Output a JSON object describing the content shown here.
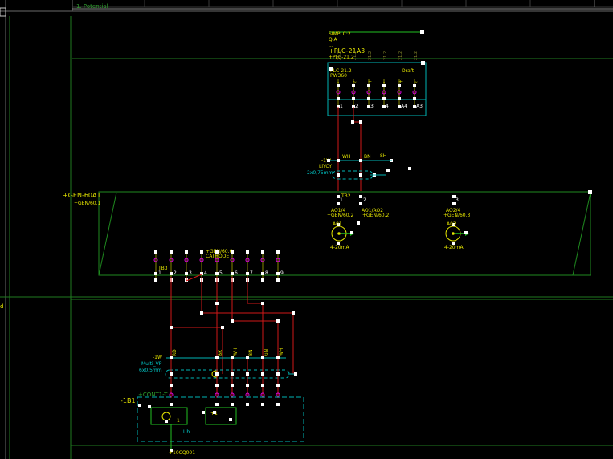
{
  "header": {
    "page_label": "1. Potential",
    "left_marker": "d"
  },
  "plc": {
    "top_line1": "SIMPLC:2",
    "top_line2": "QIA",
    "top_line3": "...",
    "tag": "+PLC-21A3",
    "sub": "+PLC-21.2",
    "module_line1": "PLC-21.2",
    "module_line2": "PW360",
    "draft": "Draft",
    "rot_labels": [
      "21.2",
      "21.2",
      "21.2",
      "21.2",
      "21.2",
      "21.2",
      "21.2"
    ],
    "pin_labels": [
      "1",
      "2",
      "3",
      "4",
      "A4",
      "A3"
    ],
    "pin_tops": [
      "-",
      "~",
      "+",
      "-",
      "+",
      "~"
    ]
  },
  "cable1": {
    "name": "-1W",
    "type": "LiYCY",
    "size": "2x0,75mm",
    "cores": [
      "WH",
      "BN",
      "SH"
    ]
  },
  "gen": {
    "tag": "+GEN-60A1",
    "sub": "+GEN/60.1",
    "terminal": "TB2",
    "terminal_pins": [
      "1",
      "2",
      "3"
    ],
    "devices": [
      {
        "name": "AO1/4",
        "loc": "+GEN/60.2",
        "label": "A01",
        "range": "4-20mA"
      },
      {
        "name": "AO1/AO2",
        "loc": "+GEN/60.2",
        "label": "",
        "range": ""
      },
      {
        "name": "AO2/4",
        "loc": "+GEN/60.3",
        "label": "A02",
        "range": "4-20mA"
      }
    ],
    "lower_header1": "+GEN/60.6",
    "lower_header2": "CATHODE",
    "lower_terminal": "TB3",
    "lower_pins": [
      "1",
      "2",
      "3",
      "4",
      "5",
      "6",
      "7",
      "8",
      "9"
    ]
  },
  "cable2": {
    "name": "-1W",
    "type": "Multi_VP",
    "size": "6x0,5mm",
    "cores": [
      "RD",
      "BK",
      "WH",
      "BN",
      "GN",
      "WH"
    ]
  },
  "bottom": {
    "tag": "-1B1",
    "sub": "+CONT1-T",
    "device_a": "1",
    "device_b": "+1",
    "device_c": "Ub",
    "footer": "+10CQ001"
  }
}
